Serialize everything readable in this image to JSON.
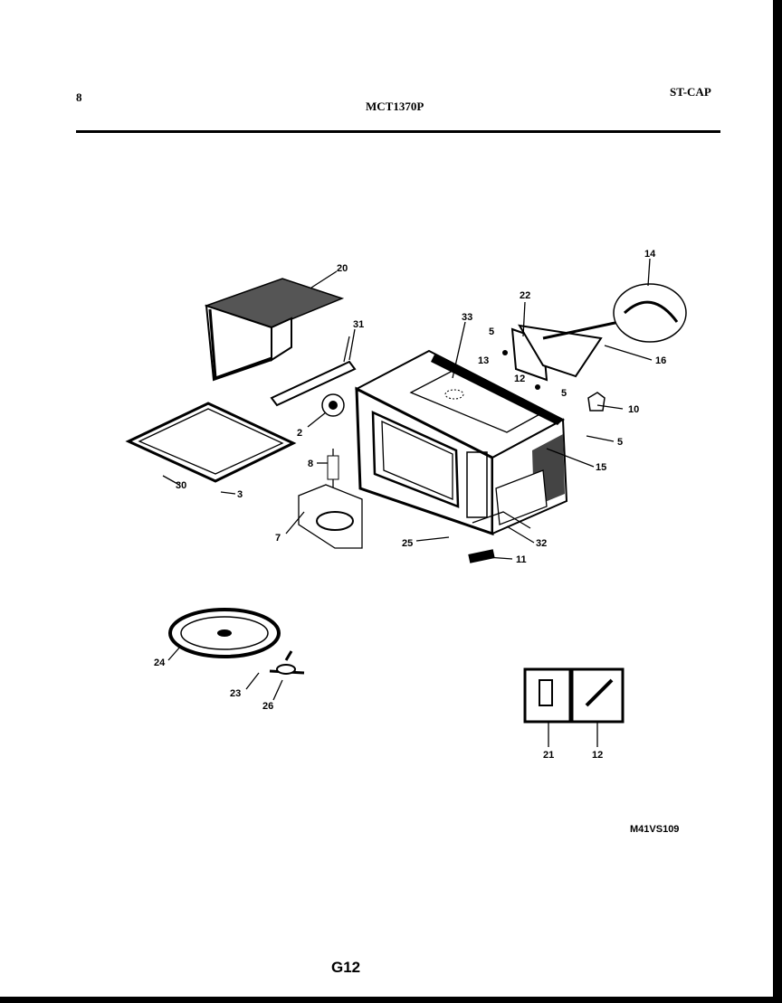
{
  "header": {
    "page_number": "8",
    "model": "MCT1370P",
    "category": "ST-CAP"
  },
  "parts": {
    "p2": "2",
    "p3": "3",
    "p5a": "5",
    "p5b": "5",
    "p5c": "5",
    "p7": "7",
    "p8": "8",
    "p10": "10",
    "p11": "11",
    "p12a": "12",
    "p12b": "12",
    "p13": "13",
    "p14": "14",
    "p15": "15",
    "p16": "16",
    "p20": "20",
    "p21": "21",
    "p22": "22",
    "p23": "23",
    "p24": "24",
    "p25": "25",
    "p26": "26",
    "p30": "30",
    "p31": "31",
    "p32": "32",
    "p33": "33"
  },
  "footer": {
    "drawing_code": "M41VS109",
    "page_code": "G12"
  }
}
